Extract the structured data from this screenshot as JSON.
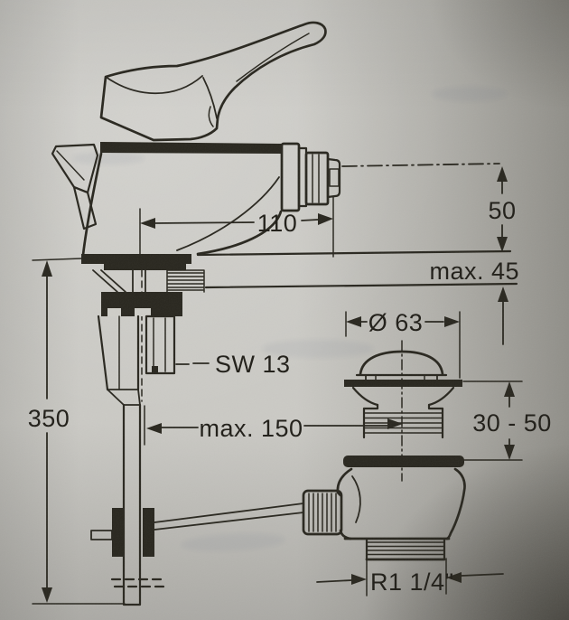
{
  "drawing": {
    "labels": {
      "dim_110": "110",
      "dim_50": "50",
      "dim_max45": "max. 45",
      "dim_350": "350",
      "label_sw13": "SW 13",
      "dim_max150": "max. 150",
      "dim_dia63": "Ø 63",
      "dim_30_50": "30 - 50",
      "dim_r1_14": "R1 1/4\""
    },
    "colors": {
      "ink": "#29271f",
      "paper": "#cbcac5",
      "shadow_corner": "#6f6d66"
    }
  }
}
